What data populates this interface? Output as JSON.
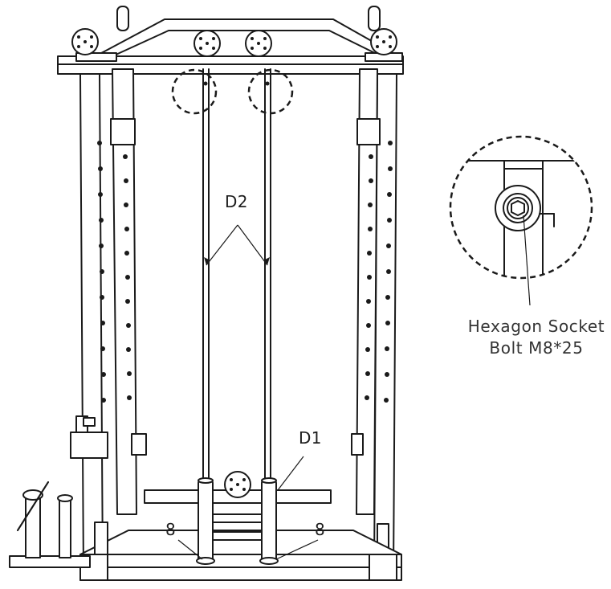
{
  "labels": {
    "d2": "D2",
    "d1": "D1",
    "part_8_left": "8",
    "part_8_right": "8",
    "detail_line1": "Hexagon Socket",
    "detail_line2": "Bolt M8*25"
  },
  "icons": [
    "power-rack-frame",
    "pulley-wheel",
    "guide-rod",
    "hex-socket-bolt"
  ]
}
